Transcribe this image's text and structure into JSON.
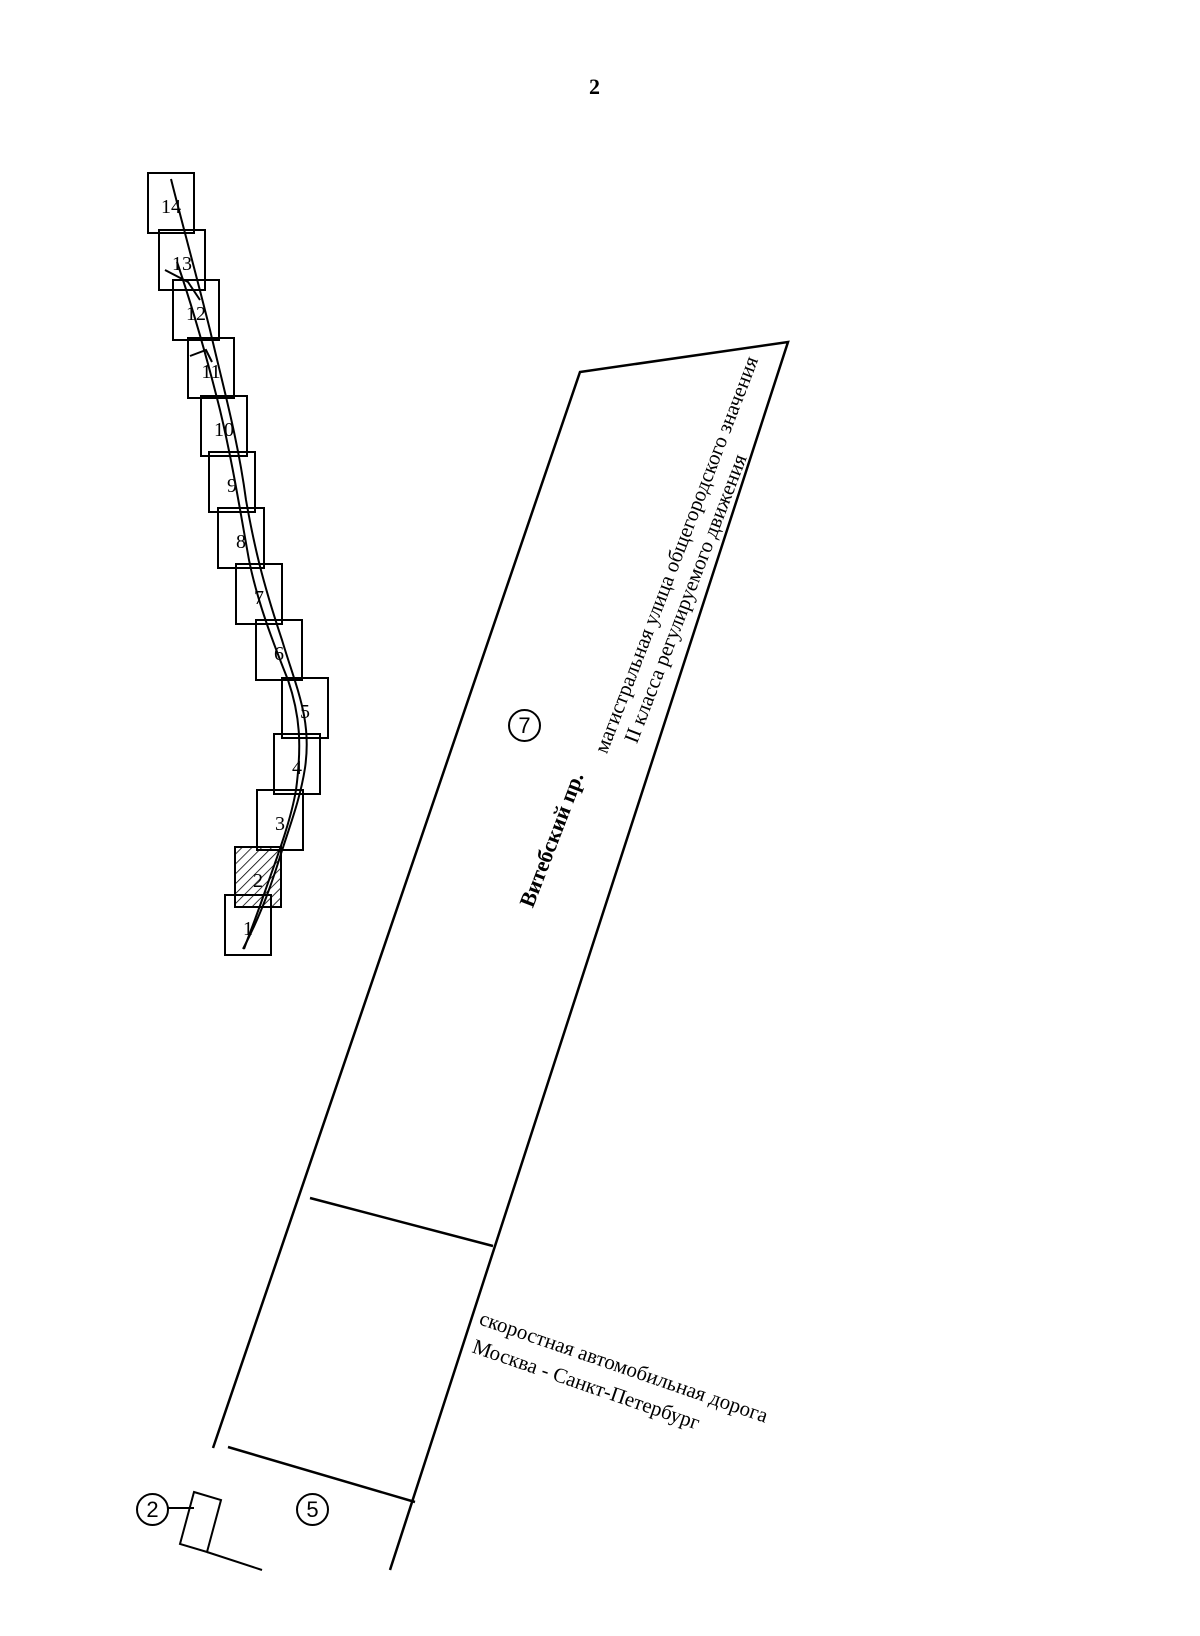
{
  "page": {
    "number": "2"
  },
  "road": {
    "name": "Витебский пр.",
    "category_line1": "магистральная улица общегородского значения",
    "category_line2": "II класса регулируемого движения",
    "marker": "7"
  },
  "highway": {
    "line1": "скоростная автомобильная дорога",
    "line2": "Москва - Санкт-Петербург"
  },
  "markers": {
    "building": "2",
    "block": "5"
  },
  "sheet_grid": [
    "1",
    "2",
    "3",
    "4",
    "5",
    "6",
    "7",
    "8",
    "9",
    "10",
    "11",
    "12",
    "13",
    "14"
  ],
  "highlighted_sheet": "2"
}
